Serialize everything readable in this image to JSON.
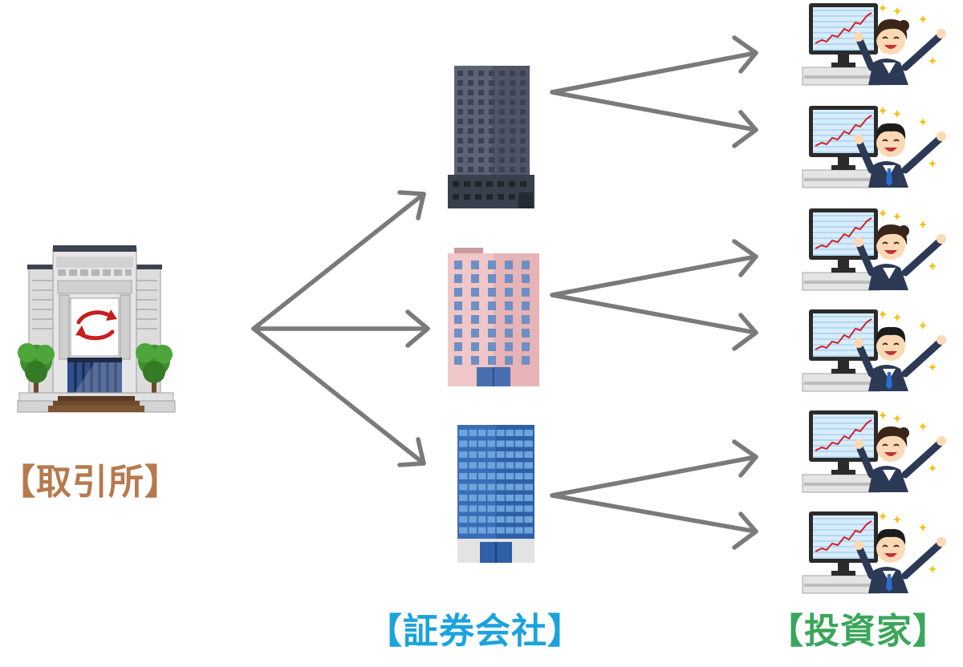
{
  "labels": {
    "exchange": "【取引所】",
    "brokers": "【証券会社】",
    "investors": "【投資家】"
  },
  "colors": {
    "exchange": "#b67a4d",
    "brokers": "#1aa3dd",
    "investors": "#3aa65a",
    "arrow": "#7a7a7a"
  },
  "nodes": {
    "exchange": {
      "icon": "stock-exchange-building-icon"
    },
    "brokers": [
      {
        "icon": "dark-office-building-icon"
      },
      {
        "icon": "pink-office-building-icon"
      },
      {
        "icon": "blue-office-building-icon"
      }
    ],
    "investors": [
      {
        "icon": "female-investor-at-computer-icon"
      },
      {
        "icon": "male-investor-at-computer-icon"
      },
      {
        "icon": "female-investor-at-computer-icon"
      },
      {
        "icon": "male-investor-at-computer-icon"
      },
      {
        "icon": "female-investor-at-computer-icon"
      },
      {
        "icon": "male-investor-at-computer-icon"
      }
    ]
  },
  "edges": [
    {
      "from": "exchange",
      "to": "broker-1"
    },
    {
      "from": "exchange",
      "to": "broker-2"
    },
    {
      "from": "exchange",
      "to": "broker-3"
    },
    {
      "from": "broker-1",
      "to": "investor-1"
    },
    {
      "from": "broker-1",
      "to": "investor-2"
    },
    {
      "from": "broker-2",
      "to": "investor-3"
    },
    {
      "from": "broker-2",
      "to": "investor-4"
    },
    {
      "from": "broker-3",
      "to": "investor-5"
    },
    {
      "from": "broker-3",
      "to": "investor-6"
    }
  ]
}
